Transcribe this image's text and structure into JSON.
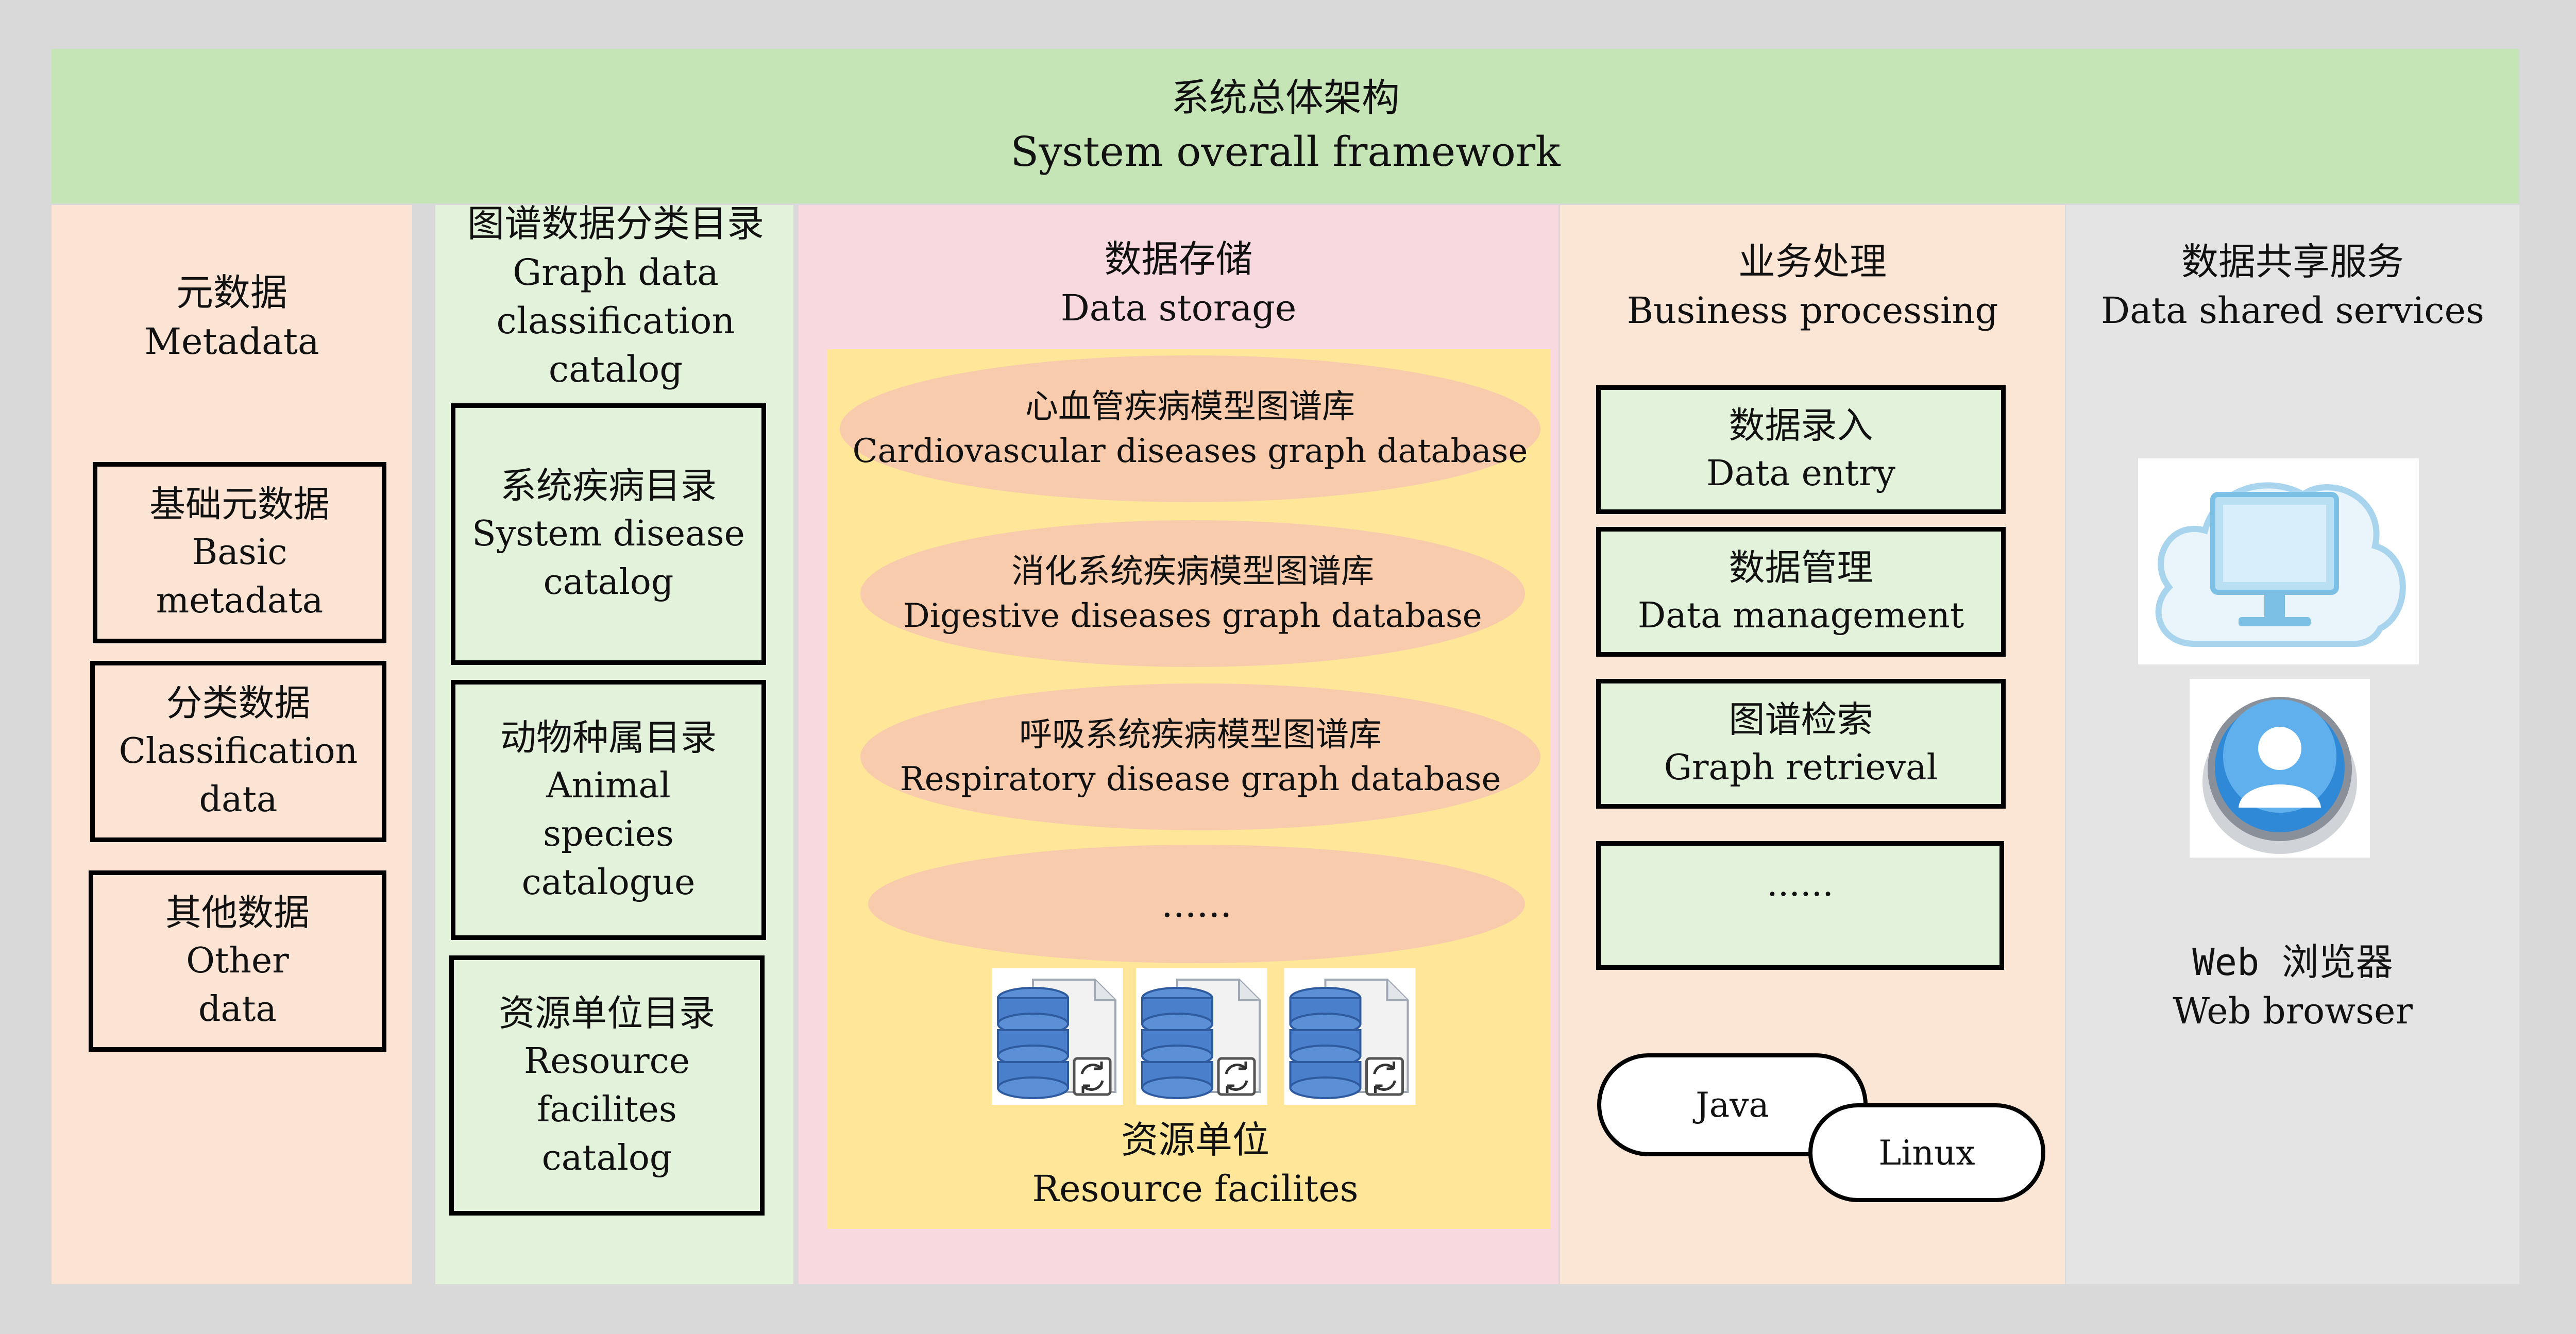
{
  "header": {
    "zh": "系统总体架构",
    "en": "System overall framework"
  },
  "metadata": {
    "title_zh": "元数据",
    "title_en": "Metadata",
    "items": [
      {
        "zh": "基础元数据",
        "en1": "Basic",
        "en2": "metadata"
      },
      {
        "zh": "分类数据",
        "en1": "Classification",
        "en2": "data"
      },
      {
        "zh": "其他数据",
        "en1": "Other",
        "en2": "data"
      }
    ]
  },
  "catalog": {
    "title_zh": "图谱数据分类目录",
    "title_en1": "Graph data",
    "title_en2": "classification catalog",
    "items": [
      {
        "zh": "系统疾病目录",
        "en1": "System disease",
        "en2": "catalog"
      },
      {
        "zh": "动物种属目录",
        "en1": "Animal",
        "en2": "species",
        "en3": "catalogue"
      },
      {
        "zh": "资源单位目录",
        "en1": "Resource",
        "en2": "facilites",
        "en3": "catalog"
      }
    ]
  },
  "storage": {
    "title_zh": "数据存储",
    "title_en": "Data storage",
    "databases": [
      {
        "zh": "心血管疾病模型图谱库",
        "en": "Cardiovascular diseases graph database"
      },
      {
        "zh": "消化系统疾病模型图谱库",
        "en": "Digestive diseases graph database"
      },
      {
        "zh": "呼吸系统疾病模型图谱库",
        "en": "Respiratory disease graph database"
      },
      {
        "zh": "",
        "en": "......"
      }
    ],
    "resource_zh": "资源单位",
    "resource_en": "Resource facilites"
  },
  "business": {
    "title_zh": "业务处理",
    "title_en": "Business processing",
    "items": [
      {
        "zh": "数据录入",
        "en": "Data entry"
      },
      {
        "zh": "数据管理",
        "en": "Data management"
      },
      {
        "zh": "图谱检索",
        "en": "Graph retrieval"
      },
      {
        "zh": "",
        "en": "......"
      }
    ],
    "tech": [
      "Java",
      "Linux"
    ]
  },
  "sharing": {
    "title_zh": "数据共享服务",
    "title_en": "Data shared services",
    "browser_zh": "Web 浏览器",
    "browser_en": "Web browser"
  },
  "icons": [
    "database-sync-icon",
    "cloud-computer-icon",
    "user-avatar-icon"
  ],
  "colors": {
    "background": "#d9d9d9",
    "header": "#c6e5b7",
    "peach": "#fce4d4",
    "light_green": "#e3f2da",
    "pink": "#f8d9df",
    "yellow": "#ffe699",
    "ellipse": "#f8cbad",
    "gray_panel": "#e4e4e4"
  }
}
